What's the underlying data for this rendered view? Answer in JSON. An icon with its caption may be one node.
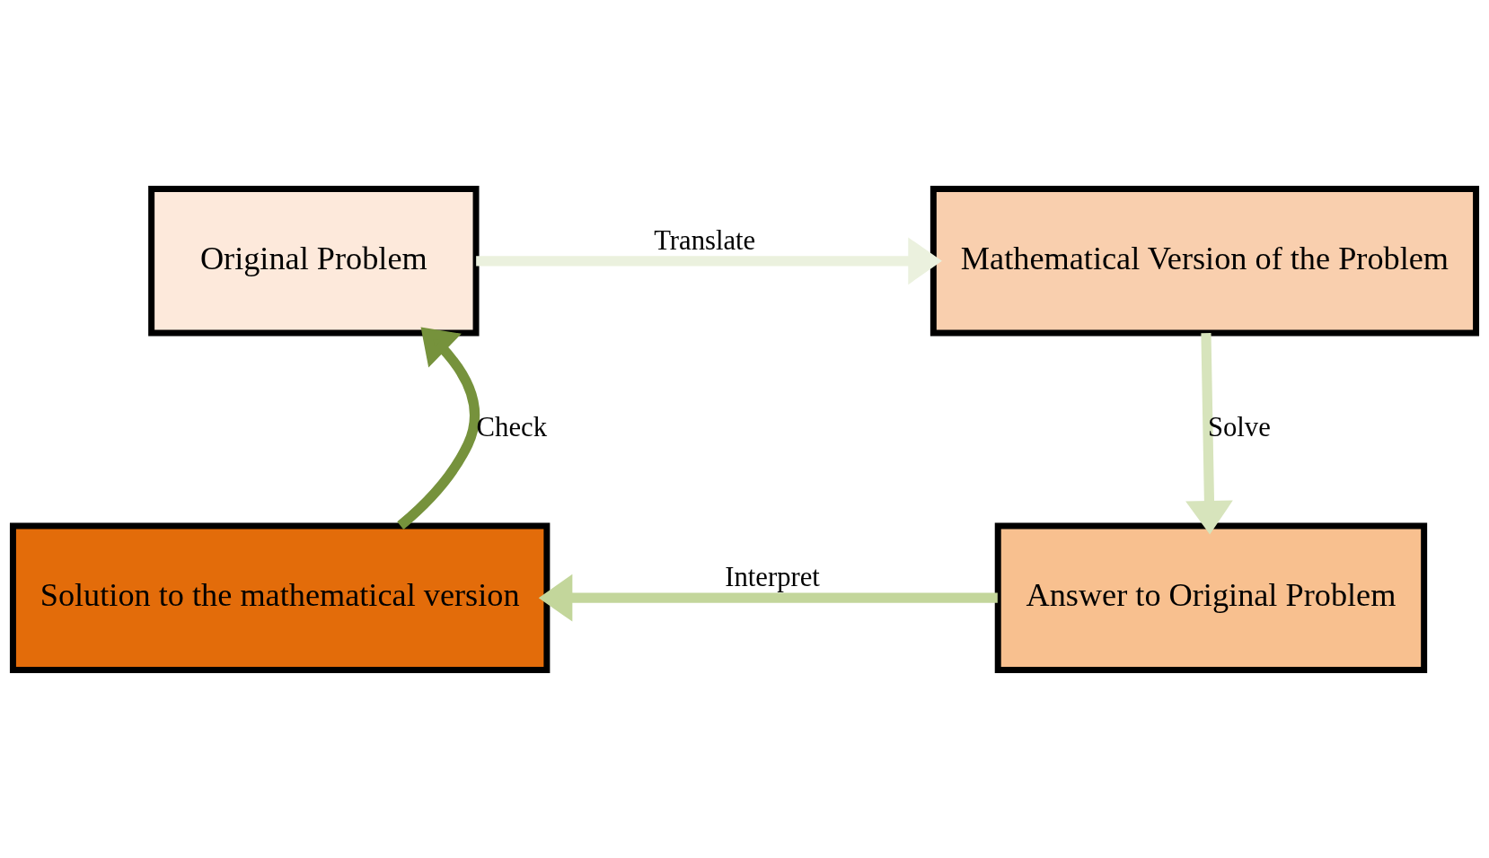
{
  "diagram": {
    "nodes": [
      {
        "text": [
          "Original Problem"
        ]
      },
      {
        "text": [
          "Mathematical Version of the Problem"
        ]
      },
      {
        "text": [
          "Solution to the mathematical version"
        ]
      },
      {
        "text": [
          "Answer to Original Problem"
        ]
      }
    ],
    "edges": [
      {
        "from": 0,
        "to": 1,
        "arrow": "to",
        "label": "Translate",
        "color": "#ebf1de"
      },
      {
        "from": 1,
        "to": 3,
        "arrow": "to",
        "label": "Solve",
        "color": "#d7e4bc"
      },
      {
        "from": 3,
        "to": 2,
        "arrow": "to",
        "label": "Interpret",
        "color": "#c3d69b"
      },
      {
        "from": 2,
        "to": 0,
        "arrow": "to",
        "label": "Check",
        "color": "#76923c"
      }
    ]
  }
}
